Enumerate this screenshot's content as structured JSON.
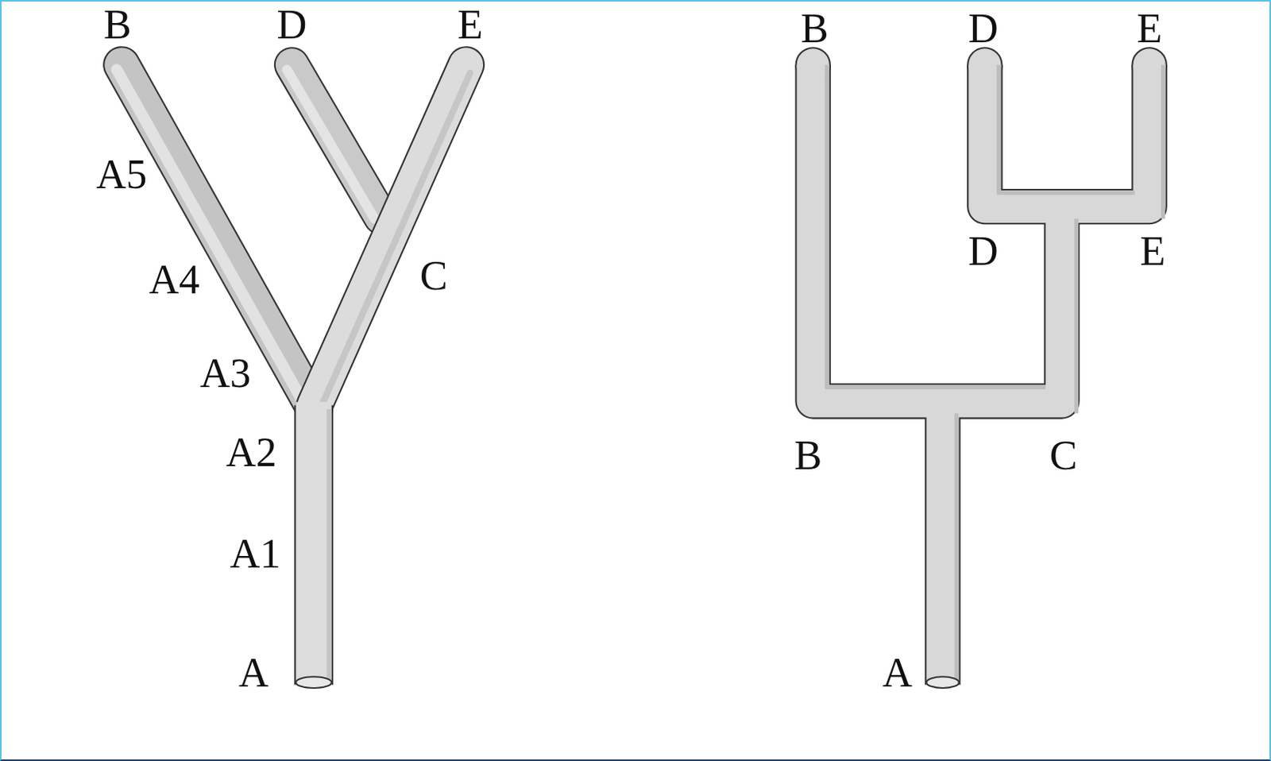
{
  "diagram": {
    "labels": [
      "B",
      "D",
      "E",
      "A5",
      "A4",
      "A3",
      "A2",
      "A1",
      "A",
      "C",
      "B",
      "D",
      "E",
      "D",
      "E",
      "B",
      "C",
      "A"
    ]
  }
}
